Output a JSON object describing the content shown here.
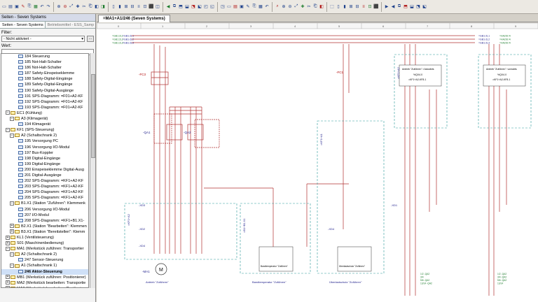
{
  "left_panel": {
    "title": "Seiten - Seven Systems",
    "tabs": [
      "Seiten - Seven Systems",
      "Betriebsmittel - ESS_Samp"
    ],
    "filter_label": "Filter:",
    "filter_value": "- Nicht aktiviert -",
    "filter_button": "...",
    "value_label": "Wert:",
    "tree": [
      {
        "indent": 4,
        "expander": "",
        "icon": "page",
        "label": "184 Steuerung"
      },
      {
        "indent": 4,
        "expander": "",
        "icon": "page",
        "label": "185 Not-Halt-Schalter"
      },
      {
        "indent": 4,
        "expander": "",
        "icon": "page",
        "label": "186 Not-Halt-Schalter"
      },
      {
        "indent": 4,
        "expander": "",
        "icon": "page",
        "label": "187 Safety-Einspeiseklemme"
      },
      {
        "indent": 4,
        "expander": "",
        "icon": "page",
        "label": "188 Safety-Digital-Eingänge"
      },
      {
        "indent": 4,
        "expander": "",
        "icon": "page",
        "label": "189 Safety-Digital-Eingänge"
      },
      {
        "indent": 4,
        "expander": "",
        "icon": "page",
        "label": "190 Safety-Digital-Ausgänge"
      },
      {
        "indent": 4,
        "expander": "",
        "icon": "page",
        "label": "191 SPS-Diagramm: =F01+A2-KF"
      },
      {
        "indent": 4,
        "expander": "",
        "icon": "page",
        "label": "192 SPS-Diagramm: =F01+A2-KF"
      },
      {
        "indent": 4,
        "expander": "",
        "icon": "page",
        "label": "193 SPS-Diagramm: =F01+A2-KF"
      },
      {
        "indent": 1,
        "expander": "−",
        "icon": "grp",
        "label": "EC1 (Kühlung)"
      },
      {
        "indent": 2,
        "expander": "−",
        "icon": "grp",
        "label": "A3 (Klimagerät)"
      },
      {
        "indent": 4,
        "expander": "",
        "icon": "page",
        "label": "194 Klimagerät"
      },
      {
        "indent": 1,
        "expander": "−",
        "icon": "grp",
        "label": "KF1 (SPS-Steuerung)"
      },
      {
        "indent": 2,
        "expander": "−",
        "icon": "grp",
        "label": "A2 (Schaltschrank 2)"
      },
      {
        "indent": 4,
        "expander": "",
        "icon": "page",
        "label": "195 Versorgung PC"
      },
      {
        "indent": 4,
        "expander": "",
        "icon": "page",
        "label": "196 Versorgung I/O-Modul"
      },
      {
        "indent": 4,
        "expander": "",
        "icon": "page",
        "label": "197 Bus-Koppler"
      },
      {
        "indent": 4,
        "expander": "",
        "icon": "page",
        "label": "198 Digital-Eingänge"
      },
      {
        "indent": 4,
        "expander": "",
        "icon": "page",
        "label": "199 Digital-Eingänge"
      },
      {
        "indent": 4,
        "expander": "",
        "icon": "page",
        "label": "200 Einspeiseklemme Digital-Ausg"
      },
      {
        "indent": 4,
        "expander": "",
        "icon": "page",
        "label": "201 Digital-Ausgänge"
      },
      {
        "indent": 4,
        "expander": "",
        "icon": "page",
        "label": "202 SPS-Diagramm: =KF1+A2-KF"
      },
      {
        "indent": 4,
        "expander": "",
        "icon": "page",
        "label": "203 SPS-Diagramm: =KF1+A2-KF"
      },
      {
        "indent": 4,
        "expander": "",
        "icon": "page",
        "label": "204 SPS-Diagramm: =KF1+A2-KF"
      },
      {
        "indent": 4,
        "expander": "",
        "icon": "page",
        "label": "205 SPS-Diagramm: =KF1+A2-KF"
      },
      {
        "indent": 2,
        "expander": "−",
        "icon": "grp",
        "label": "B1.X1 (Station \"Zuführen\": Klemmenk"
      },
      {
        "indent": 4,
        "expander": "",
        "icon": "page",
        "label": "206 Versorgung I/O-Modul"
      },
      {
        "indent": 4,
        "expander": "",
        "icon": "page",
        "label": "207 I/O-Modul"
      },
      {
        "indent": 4,
        "expander": "",
        "icon": "page",
        "label": "208 SPS-Diagramm: =KF1+B1.X1-"
      },
      {
        "indent": 2,
        "expander": "+",
        "icon": "grp",
        "label": "B2.X1 (Station \"Bearbeiten\": Klemmen"
      },
      {
        "indent": 2,
        "expander": "+",
        "icon": "grp",
        "label": "B3.X1 (Station \"Bereitstellen\": Klemm"
      },
      {
        "indent": 1,
        "expander": "+",
        "icon": "grp",
        "label": "KL1 (Ventilsteuerung)"
      },
      {
        "indent": 1,
        "expander": "+",
        "icon": "grp",
        "label": "S01 (Maschinenbedienung)"
      },
      {
        "indent": 1,
        "expander": "−",
        "icon": "grp",
        "label": "MA1 (Werkstück zuführen: Transportier"
      },
      {
        "indent": 2,
        "expander": "−",
        "icon": "grp",
        "label": "A2 (Schaltschrank 2)"
      },
      {
        "indent": 4,
        "expander": "",
        "icon": "page",
        "label": "247 Sensor-Steuerung"
      },
      {
        "indent": 2,
        "expander": "−",
        "icon": "grp",
        "label": "A1 (Schaltschrank 1)"
      },
      {
        "indent": 4,
        "expander": "",
        "icon": "page",
        "label": "246 Aktor-Steuerung",
        "selected": true
      },
      {
        "indent": 1,
        "expander": "+",
        "icon": "grp",
        "label": "MB1 (Werkstück zuführen: Positionierer)"
      },
      {
        "indent": 1,
        "expander": "+",
        "icon": "grp",
        "label": "MA2 (Werkstück bearbeiten: Transportie"
      },
      {
        "indent": 1,
        "expander": "+",
        "icon": "grp",
        "label": "MA3 (Werkstück bearbeiten: Positionierer"
      }
    ]
  },
  "doc_tab": "=MA1+A1/246 (Seven Systems)",
  "schematic": {
    "col_numbers": [
      "0",
      "1",
      "2",
      "3",
      "4",
      "5",
      "6",
      "7",
      "8",
      "9"
    ],
    "left_feeds": [
      {
        "src": "=GB1:2L1",
        "ref": "=GB1-2L1"
      },
      {
        "src": "=GB1:2L2",
        "ref": "=GB1-2L2"
      },
      {
        "src": "=GB1:2L3",
        "ref": "=GB1-2L3"
      }
    ],
    "right_feeds": [
      {
        "ref": "=GB1-2L1",
        "dest": "=HA2/8 /4"
      },
      {
        "ref": "=GB1-2L2",
        "dest": "=HA2/8 /4"
      },
      {
        "ref": "=GB1-2L3",
        "dest": "=HA2/8 /4"
      }
    ],
    "fc_label": "-FC3",
    "fc1_label": "-FC1",
    "qa1_label": "-QA1",
    "qa2_label": "-QA2",
    "xd_labels": [
      "-XD3",
      "-XD2",
      "-XD4",
      "-XD1",
      "-XD4"
    ],
    "box_kf1": "=KF1+A2",
    "box_kf2": "=KF1+A2",
    "box_b1": "=B1+B1.X1",
    "box_ka": "=KF1+A1",
    "motor_label": "M",
    "motor_tag": "-MA1",
    "motor_caption": "Antrieb \"Zuführen\"",
    "module1_title": "Antrieb \"Zuführen\": rückwärts",
    "module2_title": "Antrieb \"Zuführen\": vorwärts",
    "module_sub": "%QX4.0",
    "module_addr": "=KF1+A2-KF8.1",
    "bottom_mod1": "Bandtemperatur \"Zuführen\"",
    "bottom_mod2": "Überlastschutz \"Zuführen\"",
    "bot_caption1": "Bandtemperatur \"Zuführen\"",
    "bot_caption2": "Überlastschutz \"Zuführen\"",
    "qa_refs": [
      "1/2 -QA2",
      "3/4 -QA2",
      "5/6 -QA2",
      "13/14"
    ],
    "side_refs": [
      "1/2 -QA2",
      "3/4",
      "5/6 -QA2",
      "13/14 -QA2"
    ]
  }
}
